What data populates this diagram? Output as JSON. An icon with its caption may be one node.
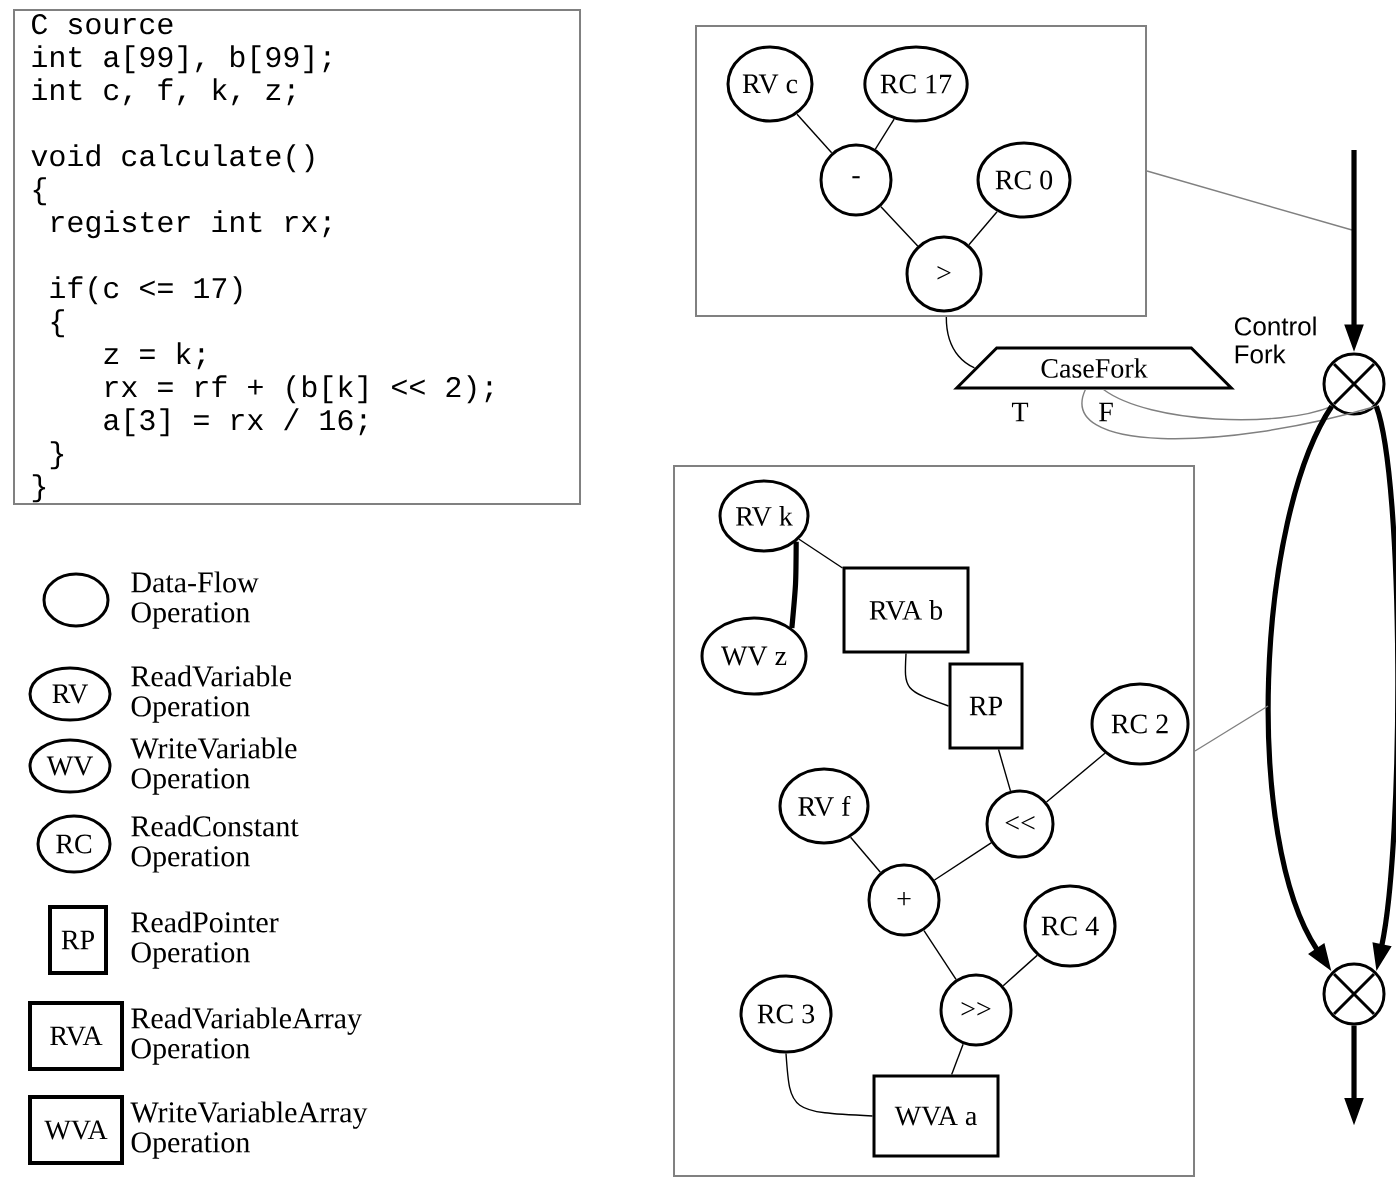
{
  "diagram": {
    "nodes": [
      {
        "text": [
          "C source",
          "int a[99], b[99];",
          "int c, f, k, z;",
          "void calculate()",
          "{",
          "register int rx;",
          "if(c <= 17)",
          "{",
          "z = k;",
          "rx = rf + (b[k] << 2);",
          "a[3] = rx / 16;",
          "}",
          "}"
        ]
      },
      {
        "text": [],
        "shape": "box"
      },
      {
        "text": [
          "RV c"
        ],
        "in": 1
      },
      {
        "text": [
          "RC 17"
        ],
        "in": 1
      },
      {
        "text": [
          "-"
        ],
        "in": 1
      },
      {
        "text": [
          "RC 0"
        ],
        "in": 1
      },
      {
        "text": [
          ">"
        ],
        "in": 1
      },
      {
        "text": [
          "CaseFork"
        ]
      },
      {
        "text": [],
        "shape": "circle",
        "beside": [
          "Control Fork"
        ]
      },
      {
        "text": [],
        "shape": "box"
      },
      {
        "text": [
          "RV k"
        ],
        "in": 9
      },
      {
        "text": [
          "RVA b"
        ],
        "in": 9
      },
      {
        "text": [
          "WV z"
        ],
        "in": 9
      },
      {
        "text": [
          "RP"
        ],
        "in": 9
      },
      {
        "text": [
          "RC 2"
        ],
        "in": 9
      },
      {
        "text": [
          "RV f"
        ],
        "in": 9
      },
      {
        "text": [
          "<<"
        ],
        "in": 9
      },
      {
        "text": [
          "+"
        ],
        "in": 9
      },
      {
        "text": [
          "RC 4"
        ],
        "in": 9
      },
      {
        "text": [
          "RC 3"
        ],
        "in": 9
      },
      {
        "text": [
          ">>"
        ],
        "in": 9
      },
      {
        "text": [
          "WVA a"
        ],
        "in": 9
      },
      {
        "text": [],
        "shape": "circle"
      }
    ],
    "edges": [
      {
        "from": 2,
        "to": 4,
        "arrow": "none"
      },
      {
        "from": 3,
        "to": 4,
        "arrow": "none"
      },
      {
        "from": 4,
        "to": 6,
        "arrow": "none"
      },
      {
        "from": 5,
        "to": 6,
        "arrow": "none"
      },
      {
        "from": 1,
        "to": 7,
        "arrow": "none"
      },
      {
        "from": 7,
        "to": 8,
        "arrow": "none",
        "label": "T",
        "color": "#808080"
      },
      {
        "from": 7,
        "to": 8,
        "arrow": "none",
        "label": "F",
        "color": "#808080"
      },
      {
        "from": 1,
        "to": null,
        "arrow": "none",
        "color": "#808080"
      },
      {
        "from": null,
        "to": 8,
        "arrow": "to",
        "style": "thick"
      },
      {
        "from": 8,
        "to": 22,
        "arrow": "to",
        "style": "thick"
      },
      {
        "from": 8,
        "to": 22,
        "arrow": "to",
        "style": "thick"
      },
      {
        "from": 22,
        "to": null,
        "arrow": "to",
        "style": "thick"
      },
      {
        "from": 9,
        "to": null,
        "arrow": "none",
        "color": "#808080"
      },
      {
        "from": 10,
        "to": 11,
        "arrow": "none"
      },
      {
        "from": 10,
        "to": 12,
        "arrow": "none",
        "style": "thick"
      },
      {
        "from": 11,
        "to": 13,
        "arrow": "none"
      },
      {
        "from": 13,
        "to": 16,
        "arrow": "none"
      },
      {
        "from": 14,
        "to": 16,
        "arrow": "none"
      },
      {
        "from": 16,
        "to": 17,
        "arrow": "none"
      },
      {
        "from": 15,
        "to": 17,
        "arrow": "none"
      },
      {
        "from": 17,
        "to": 20,
        "arrow": "none"
      },
      {
        "from": 18,
        "to": 20,
        "arrow": "none"
      },
      {
        "from": 20,
        "to": 21,
        "arrow": "none"
      },
      {
        "from": 19,
        "to": 21,
        "arrow": "none"
      }
    ],
    "labels": [
      "RV",
      "WV",
      "RC",
      "RP",
      "RVA",
      "WVA"
    ],
    "legend": [
      {
        "text": "Data-Flow Operation"
      },
      {
        "text": "ReadVariable Operation"
      },
      {
        "text": "WriteVariable Operation"
      },
      {
        "text": "ReadConstant Operation"
      },
      {
        "text": "ReadPointer Operation"
      },
      {
        "text": "ReadVariableArray Operation"
      },
      {
        "text": "WriteVariableArray Operation"
      }
    ]
  }
}
